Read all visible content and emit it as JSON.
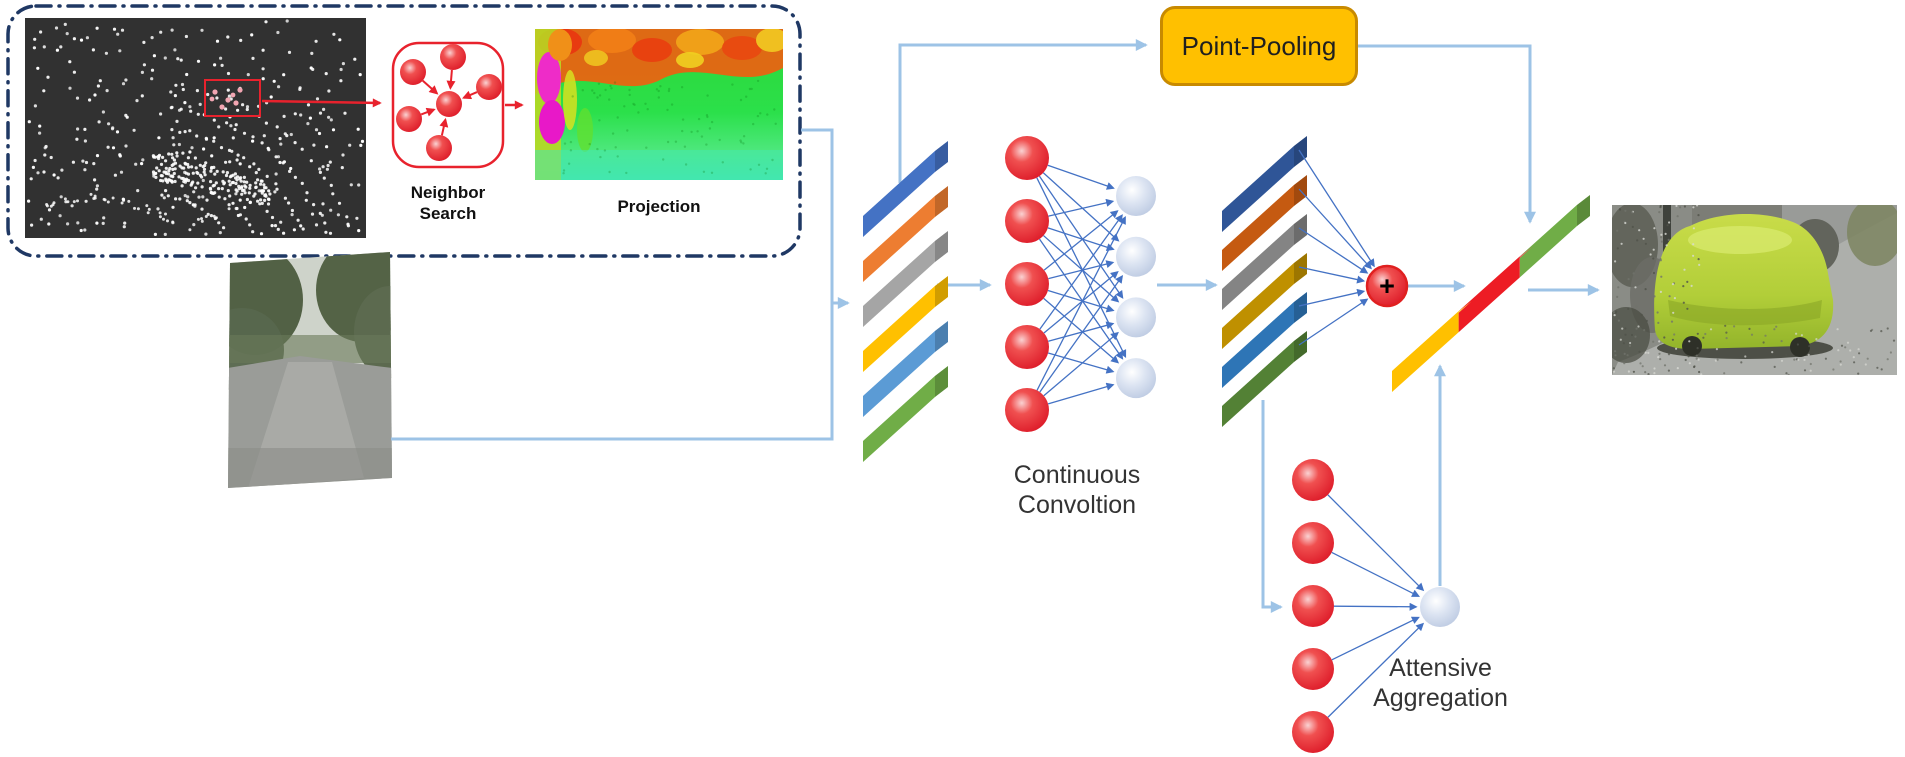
{
  "diagram": {
    "lidar_block": {
      "neighbor_search_label": [
        "Neighbor",
        "Search"
      ],
      "projection_label": "Projection"
    },
    "point_pooling_label": "Point-Pooling",
    "continuous_convolution_label": [
      "Continuous",
      "Convoltion"
    ],
    "attentive_aggregation_label": [
      "Attensive",
      "Aggregation"
    ],
    "fusion_plus_label": "+",
    "network": {
      "conv_input_neurons": 5,
      "conv_output_neurons": 4,
      "attention_input_neurons": 5,
      "attention_output_neurons": 1
    },
    "colors": {
      "stack1": [
        "#4472C4",
        "#ED7D31",
        "#A5A5A5",
        "#FFC000",
        "#5B9BD5",
        "#70AD47"
      ],
      "stack2": [
        "#2F5597",
        "#C55A11",
        "#848484",
        "#BF9000",
        "#2E75B6",
        "#538135"
      ],
      "output_bar_segments": [
        "#FFC000",
        "#ED1C24",
        "#70AD47"
      ],
      "connector": "#9DC3E6",
      "network_line": "#4472C4",
      "neuron_red": "#E8222D",
      "neuron_blue": "#C9D6EA",
      "point_pooling_fill": "#FFC000",
      "point_pooling_border": "#C88A00",
      "dashed_border": "#1F3864",
      "red_accent": "#E8222D"
    }
  }
}
